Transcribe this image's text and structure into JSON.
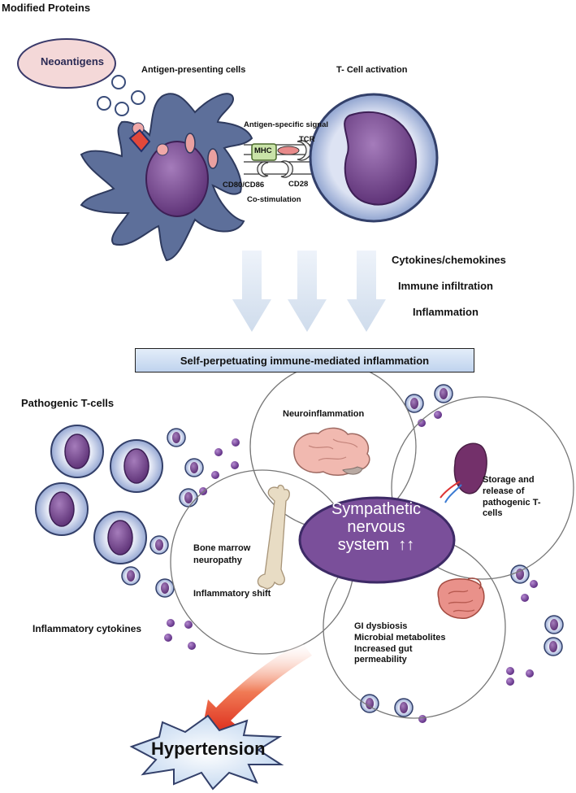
{
  "title": "Modified Proteins",
  "neoantigens": "Neoantigens",
  "apc_label": "Antigen-presenting cells",
  "tcell_activation": "T- Cell activation",
  "synapse": {
    "antigen_signal": "Antigen-specific signal",
    "mhc": "MHC",
    "tcr": "TCR",
    "cd80": "CD80/CD86",
    "cd28": "CD28",
    "costim": "Co-stimulation"
  },
  "effects": [
    "Cytokines/chemokines",
    "Immune infiltration",
    "Inflammation"
  ],
  "banner": "Self-perpetuating immune-mediated inflammation",
  "pathogenic": "Pathogenic T-cells",
  "inflammatory_cytokines": "Inflammatory cytokines",
  "circles": {
    "neuro": "Neuroinflammation",
    "spleen": [
      "Storage and",
      "release of",
      "pathogenic T-",
      "cells"
    ],
    "bone": [
      "Bone marrow",
      "neuropathy",
      "Inflammatory shift"
    ],
    "gut": [
      "GI dysbiosis",
      "Microbial metabolites",
      "Increased gut",
      "permeability"
    ]
  },
  "sns": [
    "Sympathetic",
    "nervous",
    "system",
    "↑↑"
  ],
  "hypertension": "Hypertension",
  "colors": {
    "apc": "#5d6f9a",
    "nucleus": "#6a3d82",
    "banner": "#c8daf2",
    "sns": "#7a4f9a",
    "arrow_light": "#dce6f2",
    "arrow_red": "#d91d10"
  }
}
